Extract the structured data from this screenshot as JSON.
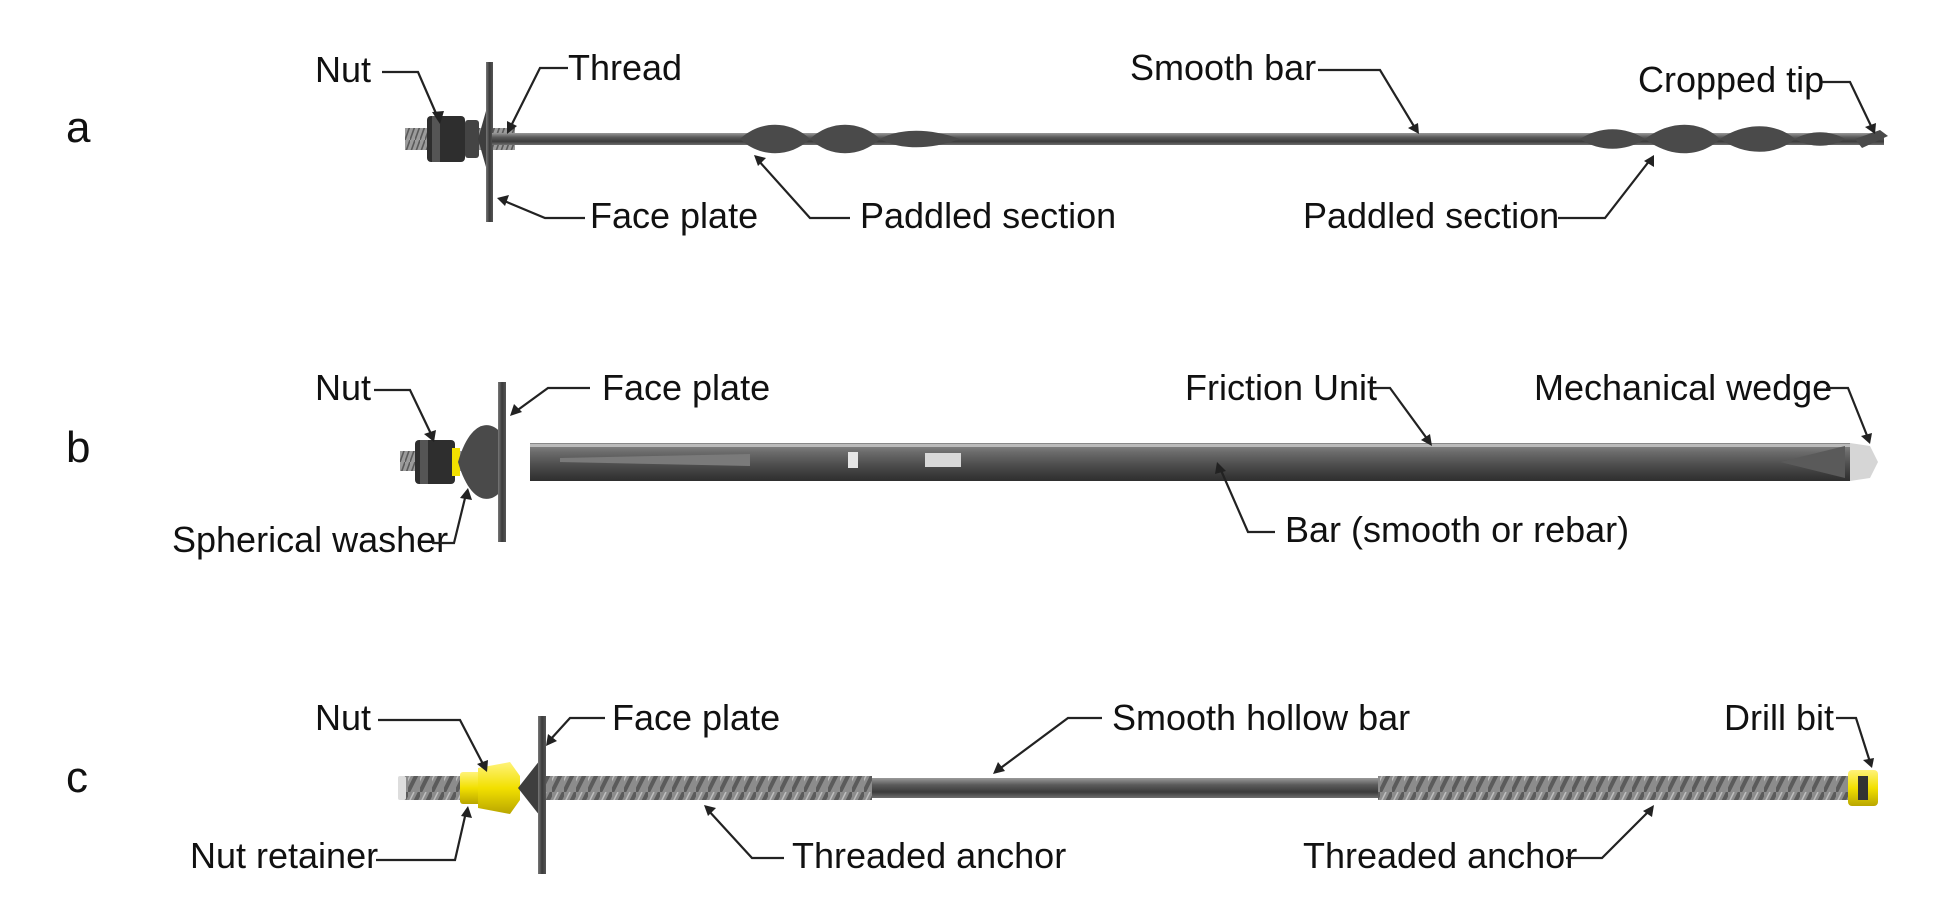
{
  "rows": {
    "a": {
      "letter": "a",
      "labels": {
        "nut": "Nut",
        "thread": "Thread",
        "face_plate": "Face plate",
        "paddled_1": "Paddled section",
        "smooth_bar": "Smooth bar",
        "paddled_2": "Paddled section",
        "cropped_tip": "Cropped tip"
      }
    },
    "b": {
      "letter": "b",
      "labels": {
        "nut": "Nut",
        "face_plate": "Face plate",
        "spherical_washer": "Spherical washer",
        "friction_unit": "Friction Unit",
        "bar": "Bar (smooth or rebar)",
        "mechanical_wedge": "Mechanical wedge"
      }
    },
    "c": {
      "letter": "c",
      "labels": {
        "nut": "Nut",
        "face_plate": "Face plate",
        "nut_retainer": "Nut retainer",
        "smooth_hollow_bar": "Smooth hollow bar",
        "threaded_anchor_1": "Threaded anchor",
        "threaded_anchor_2": "Threaded anchor",
        "drill_bit": "Drill bit"
      }
    }
  },
  "colors": {
    "steel_dark": "#3a3a3a",
    "steel_mid": "#6b6b6b",
    "steel_light": "#a8a8a8",
    "accent_yellow": "#f2e000"
  }
}
